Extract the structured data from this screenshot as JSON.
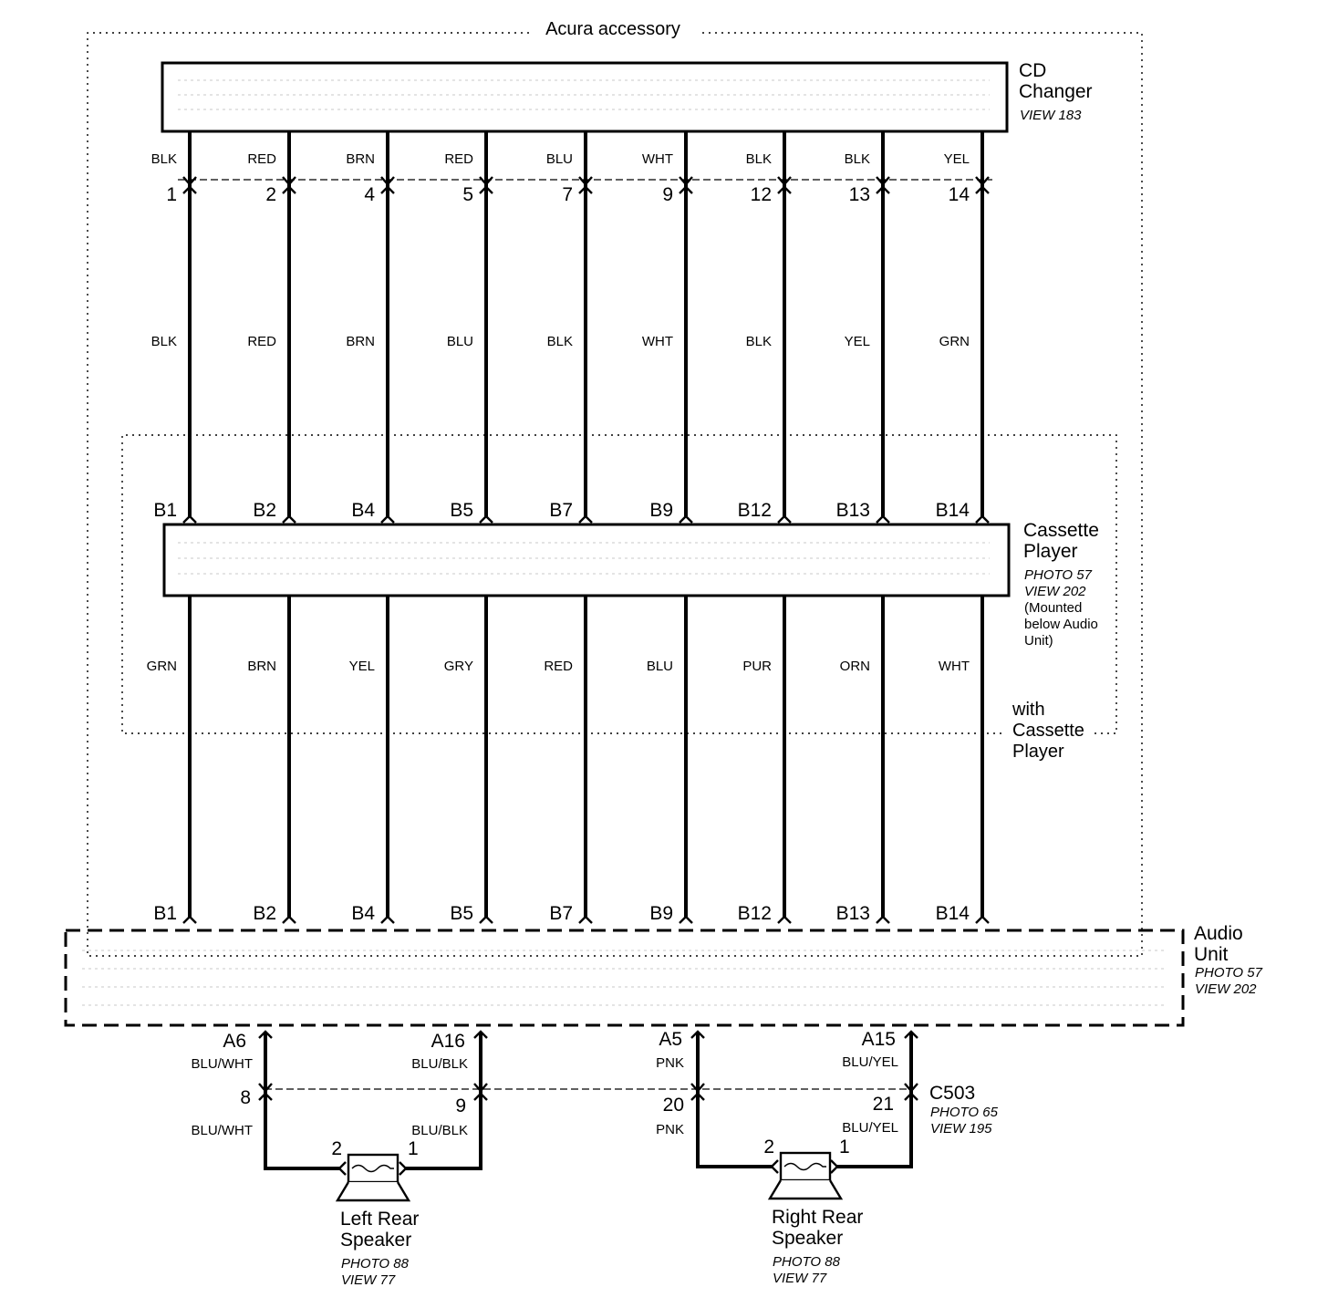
{
  "accessory_label": "Acura accessory",
  "cd_changer": {
    "name_line1": "CD",
    "name_line2": "Changer",
    "view": "VIEW 183",
    "pins": [
      "1",
      "2",
      "4",
      "5",
      "7",
      "9",
      "12",
      "13",
      "14"
    ],
    "internal_colors": [
      "BLK",
      "RED",
      "BRN",
      "RED",
      "BLU",
      "WHT",
      "BLK",
      "BLK",
      "YEL"
    ],
    "wire_colors": [
      "BLK",
      "RED",
      "BRN",
      "BLU",
      "BLK",
      "WHT",
      "BLK",
      "YEL",
      "GRN"
    ]
  },
  "cassette_player": {
    "name_line1": "Cassette",
    "name_line2": "Player",
    "photo": "PHOTO 57",
    "view": "VIEW 202",
    "note_lines": [
      "(Mounted",
      "below Audio",
      "Unit)"
    ],
    "pins": [
      "B1",
      "B2",
      "B4",
      "B5",
      "B7",
      "B9",
      "B12",
      "B13",
      "B14"
    ],
    "out_colors": [
      "GRN",
      "BRN",
      "YEL",
      "GRY",
      "RED",
      "BLU",
      "PUR",
      "ORN",
      "WHT"
    ]
  },
  "with_cassette": [
    "with",
    "Cassette",
    "Player"
  ],
  "audio_unit": {
    "name_line1": "Audio",
    "name_line2": "Unit",
    "photo": "PHOTO 57",
    "view": "VIEW 202",
    "pins": [
      "B1",
      "B2",
      "B4",
      "B5",
      "B7",
      "B9",
      "B12",
      "B13",
      "B14"
    ],
    "out_pins": [
      "A6",
      "A16",
      "A5",
      "A15"
    ],
    "out_colors": [
      "BLU/WHT",
      "BLU/BLK",
      "PNK",
      "BLU/YEL"
    ]
  },
  "c503": {
    "name": "C503",
    "photo": "PHOTO 65",
    "view": "VIEW 195",
    "pins": [
      "8",
      "9",
      "20",
      "21"
    ],
    "colors": [
      "BLU/WHT",
      "BLU/BLK",
      "PNK",
      "BLU/YEL"
    ]
  },
  "left_speaker": {
    "name_line1": "Left Rear",
    "name_line2": "Speaker",
    "photo": "PHOTO 88",
    "view": "VIEW 77",
    "pin_left": "2",
    "pin_right": "1"
  },
  "right_speaker": {
    "name_line1": "Right Rear",
    "name_line2": "Speaker",
    "photo": "PHOTO 88",
    "view": "VIEW 77",
    "pin_left": "2",
    "pin_right": "1"
  }
}
